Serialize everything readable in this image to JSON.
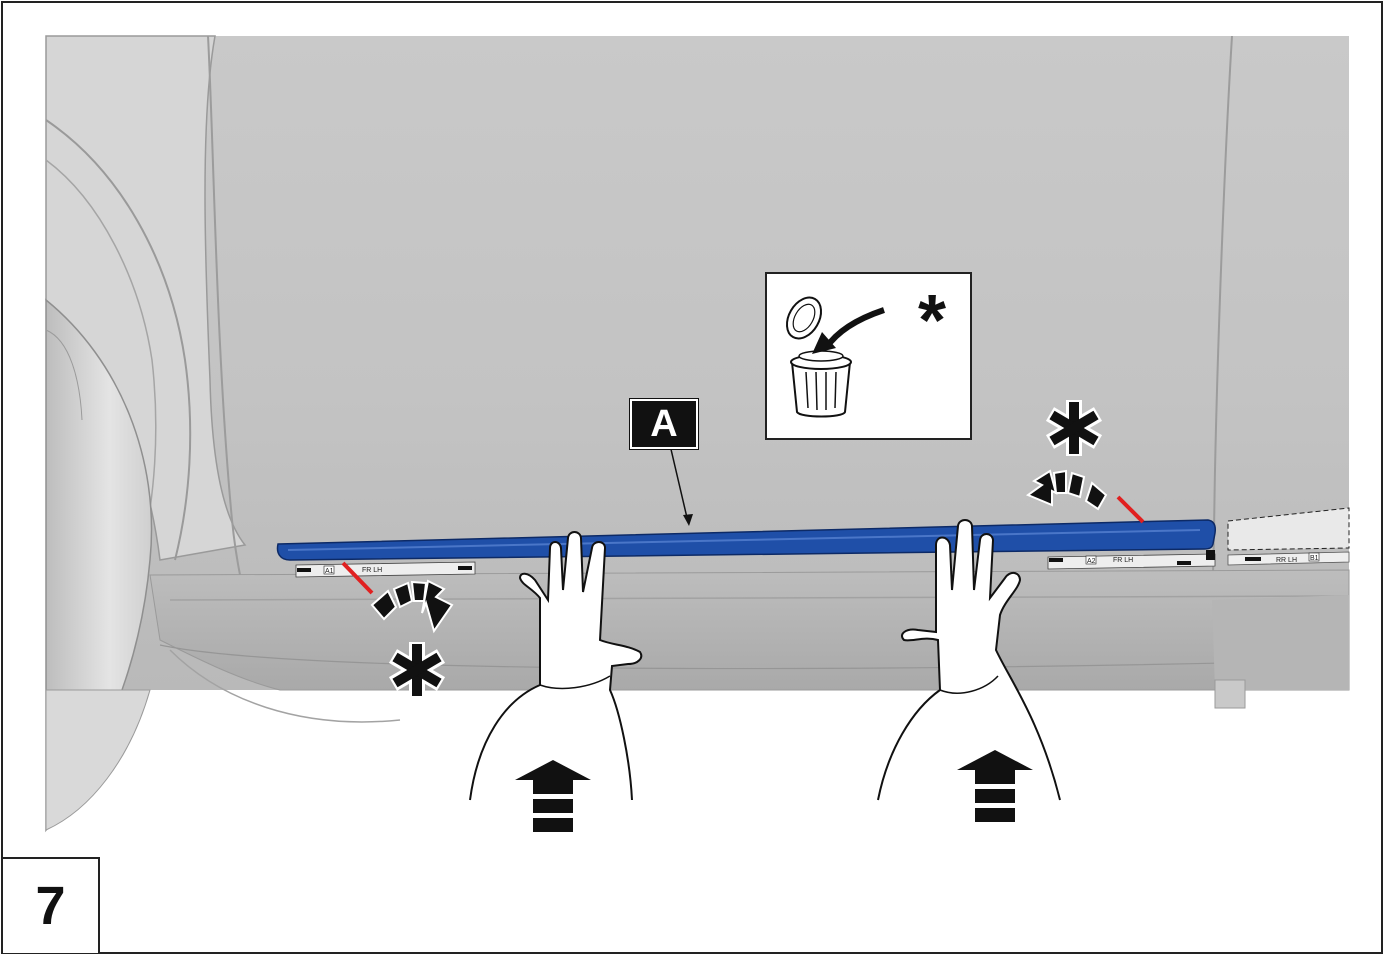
{
  "step_number": "7",
  "callout_label": "A",
  "note_symbol": "*",
  "clip_labels": {
    "front_tag_code": "A1",
    "front_tag_side": "FR LH",
    "rear_tag_code": "A2",
    "rear_tag_side": "FR LH",
    "next_door_tag_side": "RR LH",
    "next_door_tag_code": "B1"
  },
  "colors": {
    "molding_blue": "#1f4fa8",
    "adhesive_red": "#e02020",
    "body_grey": "#cdcdcd",
    "outline": "#111111"
  },
  "icons": [
    "discard-bin-icon",
    "push-up-arrow-icon",
    "peel-arrow-icon",
    "asterisk-icon",
    "hand-icon"
  ]
}
